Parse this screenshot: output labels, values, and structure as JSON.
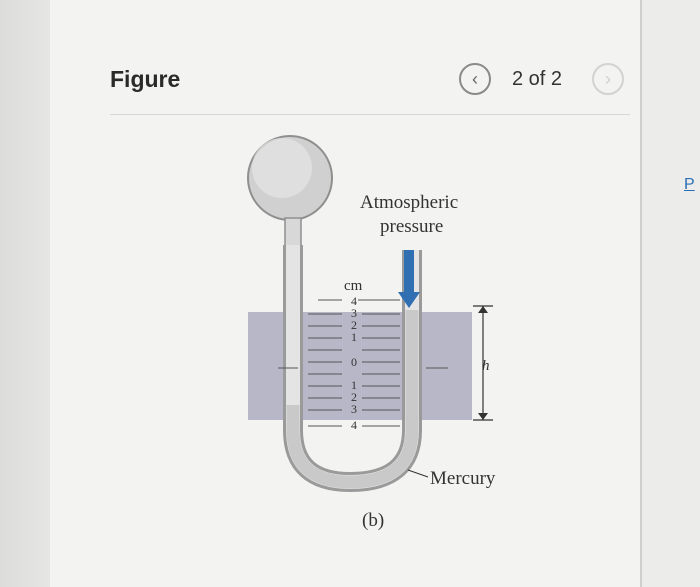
{
  "header": {
    "title": "Figure",
    "pager": "2 of 2",
    "prev_icon": "chevron-left-icon",
    "next_icon": "chevron-right-icon"
  },
  "side_link": "P",
  "figure": {
    "atmospheric_label": "Atmospheric",
    "pressure_label": "pressure",
    "unit_label": "cm",
    "scale_top": [
      "4",
      "3",
      "2",
      "1",
      "0"
    ],
    "scale_bottom": [
      "1",
      "2",
      "3",
      "4"
    ],
    "h_label": "h",
    "mercury_label": "Mercury",
    "caption": "(b)"
  },
  "colors": {
    "band": "#b7b7c8",
    "arrow": "#2f6fb2",
    "glass": "#d7d7d7"
  }
}
